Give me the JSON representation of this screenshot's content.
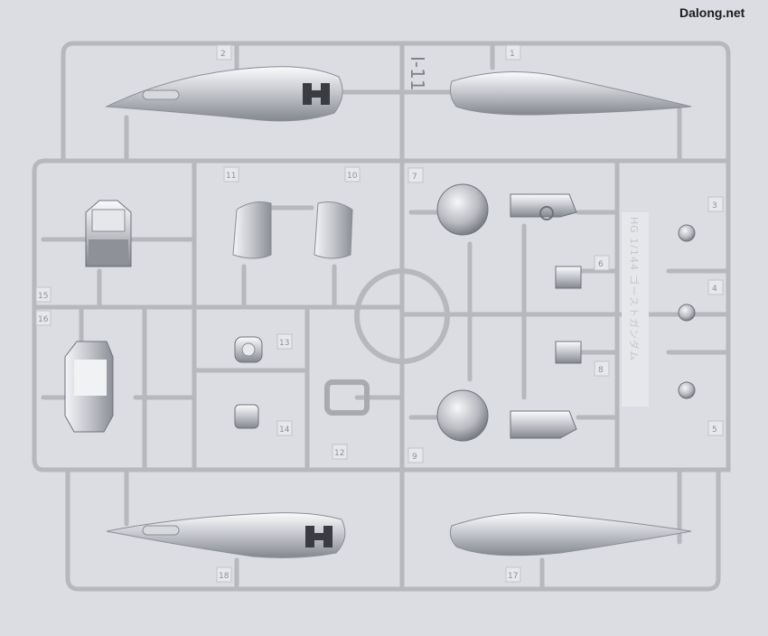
{
  "watermark": "Dalong.net",
  "runner_id": "I-11",
  "plate_text": "HG 1/144 ゴーストガンダム",
  "part_numbers": [
    "1",
    "2",
    "3",
    "4",
    "5",
    "6",
    "7",
    "8",
    "9",
    "10",
    "11",
    "12",
    "13",
    "14",
    "15",
    "16",
    "17",
    "18"
  ],
  "colors": {
    "background": "#dcdde2",
    "frame": "#b9bbc1",
    "part": "#c9cbd1"
  }
}
